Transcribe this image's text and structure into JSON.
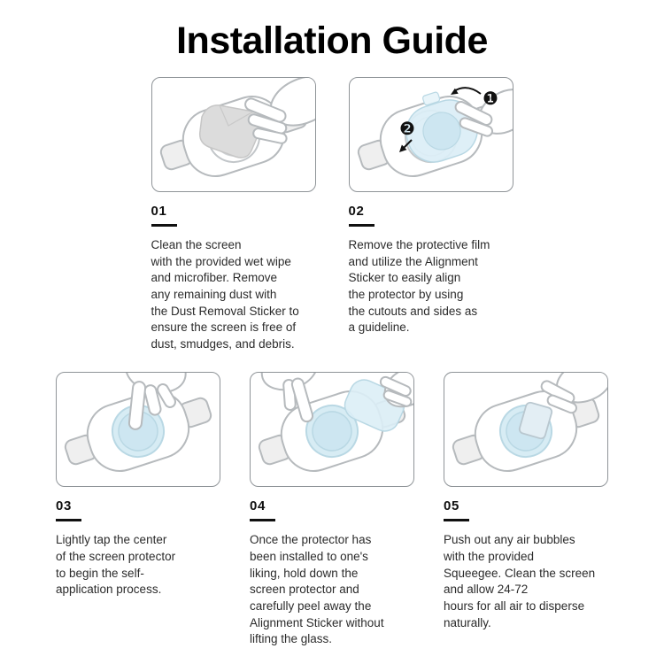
{
  "page": {
    "title": "Installation Guide"
  },
  "steps": [
    {
      "number": "01",
      "text": "Clean the screen\nwith the provided wet wipe\nand microfiber. Remove\nany remaining dust with\nthe Dust Removal Sticker to\nensure the screen is free of\ndust, smudges, and debris."
    },
    {
      "number": "02",
      "text": "Remove the protective film\nand utilize the Alignment\nSticker to easily align\nthe protector by using\nthe cutouts and sides as\na guideline."
    },
    {
      "number": "03",
      "text": "Lightly tap the center\nof the screen protector\nto begin the self-\napplication process."
    },
    {
      "number": "04",
      "text": "Once the protector has\nbeen installed to one's\nliking, hold down the\nscreen protector and\ncarefully peel away the\nAlignment Sticker without\nlifting the glass."
    },
    {
      "number": "05",
      "text": "Push out any air bubbles\nwith the provided\nSqueegee. Clean the screen\nand allow 24-72\nhours for all air to disperse\nnaturally."
    }
  ],
  "annotations": {
    "badge1": "❶",
    "badge2": "❷"
  },
  "icons": {
    "watch": "smartwatch-line-drawing",
    "wipe": "cleaning-cloth",
    "film": "protective-film",
    "hand": "hand",
    "squeegee": "squeegee"
  },
  "colors": {
    "line": "#b6babd",
    "film": "#d7ecf4",
    "film_stroke": "#b9d8e4",
    "text": "#2b2b2b",
    "border": "#8f9498"
  }
}
